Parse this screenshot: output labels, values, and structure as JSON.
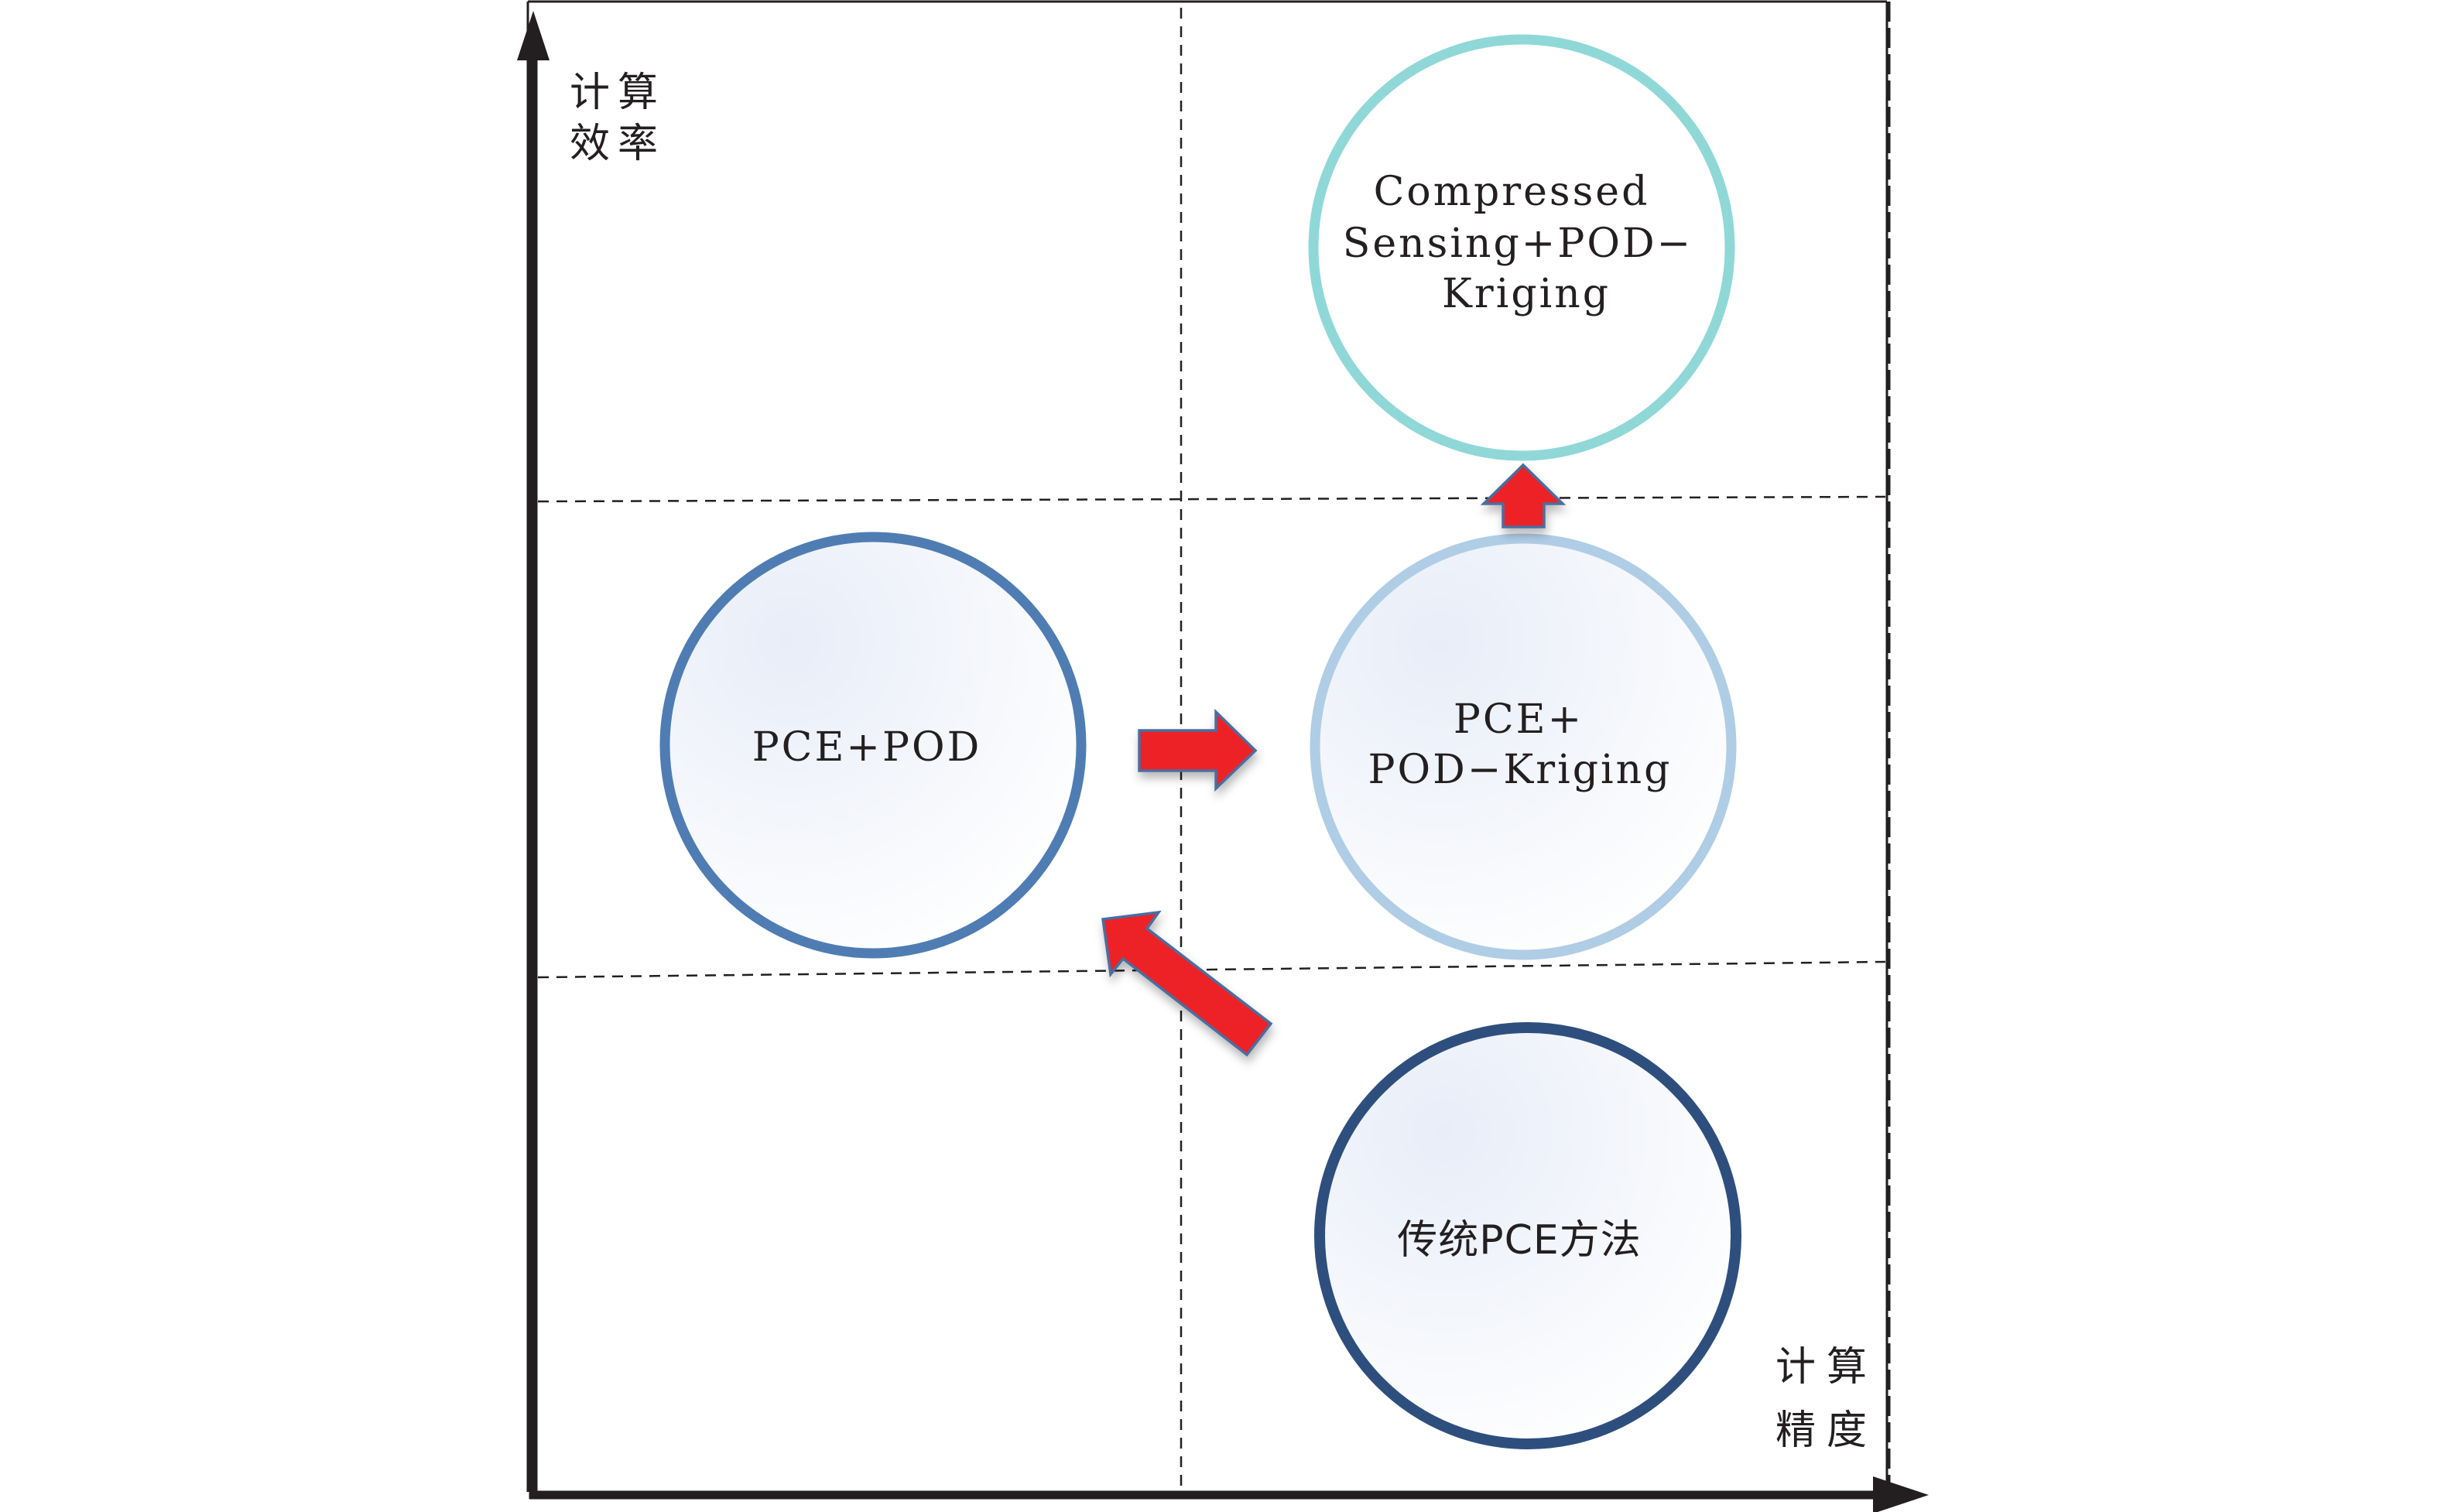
{
  "diagram": {
    "y_axis": {
      "label_lines": [
        "计算",
        "效率"
      ]
    },
    "x_axis": {
      "label_lines": [
        "计算",
        "精度"
      ]
    },
    "nodes": [
      {
        "id": "compressed-sensing-pod-kriging",
        "label_lines": [
          "Compressed",
          "Sensing+POD−",
          "Kriging"
        ],
        "stroke_color": "#90d8d8",
        "fill_color": "#ffffff",
        "quadrant": "upper-right"
      },
      {
        "id": "pce-pod",
        "label_lines": [
          "PCE+POD"
        ],
        "stroke_color": "#4f7db3",
        "fill_color": "#eef2fa",
        "quadrant": "middle-left"
      },
      {
        "id": "pce-pod-kriging",
        "label_lines": [
          "PCE+",
          "POD−Kriging"
        ],
        "stroke_color": "#b0cde6",
        "fill_color": "#eef2fa",
        "quadrant": "middle-right"
      },
      {
        "id": "traditional-pce",
        "label_lines": [
          "传统PCE方法"
        ],
        "stroke_color": "#2e4f7e",
        "fill_color": "#eef2fa",
        "quadrant": "lower-right"
      }
    ],
    "edges": [
      {
        "from": "traditional-pce",
        "to": "pce-pod"
      },
      {
        "from": "pce-pod",
        "to": "pce-pod-kriging"
      },
      {
        "from": "pce-pod-kriging",
        "to": "compressed-sensing-pod-kriging"
      }
    ],
    "colors": {
      "arrow_fill": "#ed2228",
      "arrow_stroke": "#4a6ea0",
      "axis": "#231f20"
    }
  }
}
